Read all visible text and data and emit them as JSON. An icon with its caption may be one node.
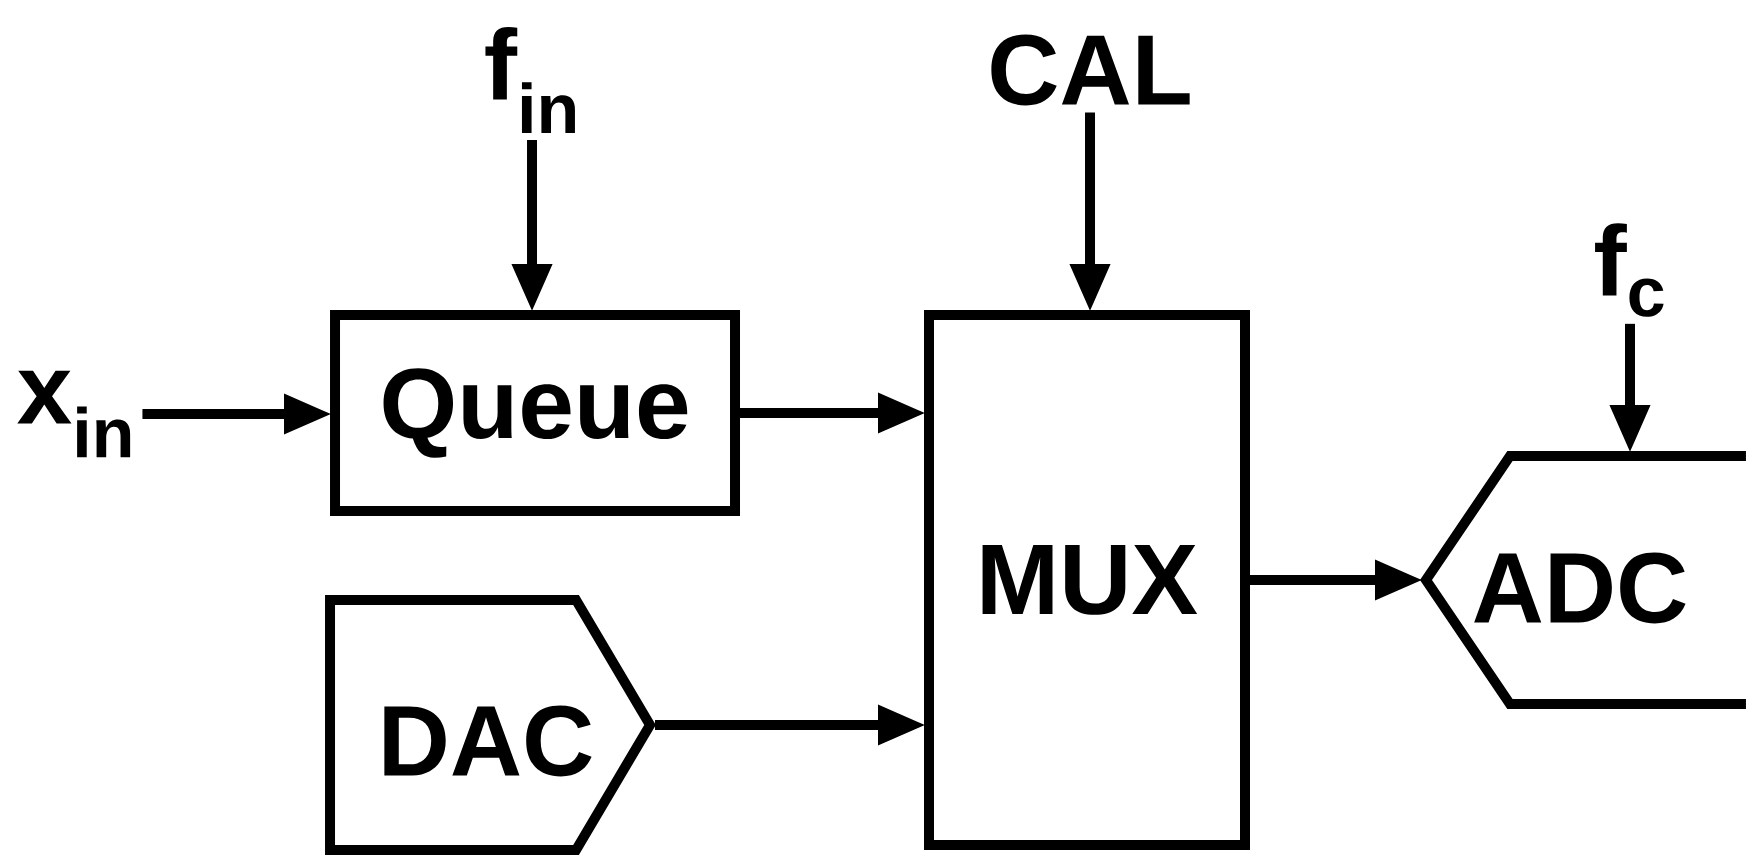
{
  "diagram": {
    "nodes": [
      {
        "text": [
          "f$_{in}$"
        ]
      },
      {
        "text": [
          "CAL"
        ]
      },
      {
        "text": [
          "f$_{c}$"
        ]
      },
      {
        "text": [
          "x$_{in}$"
        ]
      },
      {
        "text": [
          "Queue"
        ]
      },
      {
        "text": [
          "MUX"
        ]
      },
      {
        "text": [
          "ADC"
        ]
      },
      {
        "text": [
          "DAC"
        ]
      }
    ],
    "edges": [
      {
        "from": 0,
        "to": 4,
        "arrow": "to"
      },
      {
        "from": 1,
        "to": 5,
        "arrow": "to"
      },
      {
        "from": 2,
        "to": 6,
        "arrow": "to"
      },
      {
        "from": 3,
        "to": 4,
        "arrow": "to"
      },
      {
        "from": 4,
        "to": 5,
        "arrow": "to"
      },
      {
        "from": 7,
        "to": 5,
        "arrow": "to"
      },
      {
        "from": 5,
        "to": 6,
        "arrow": "to"
      }
    ]
  }
}
